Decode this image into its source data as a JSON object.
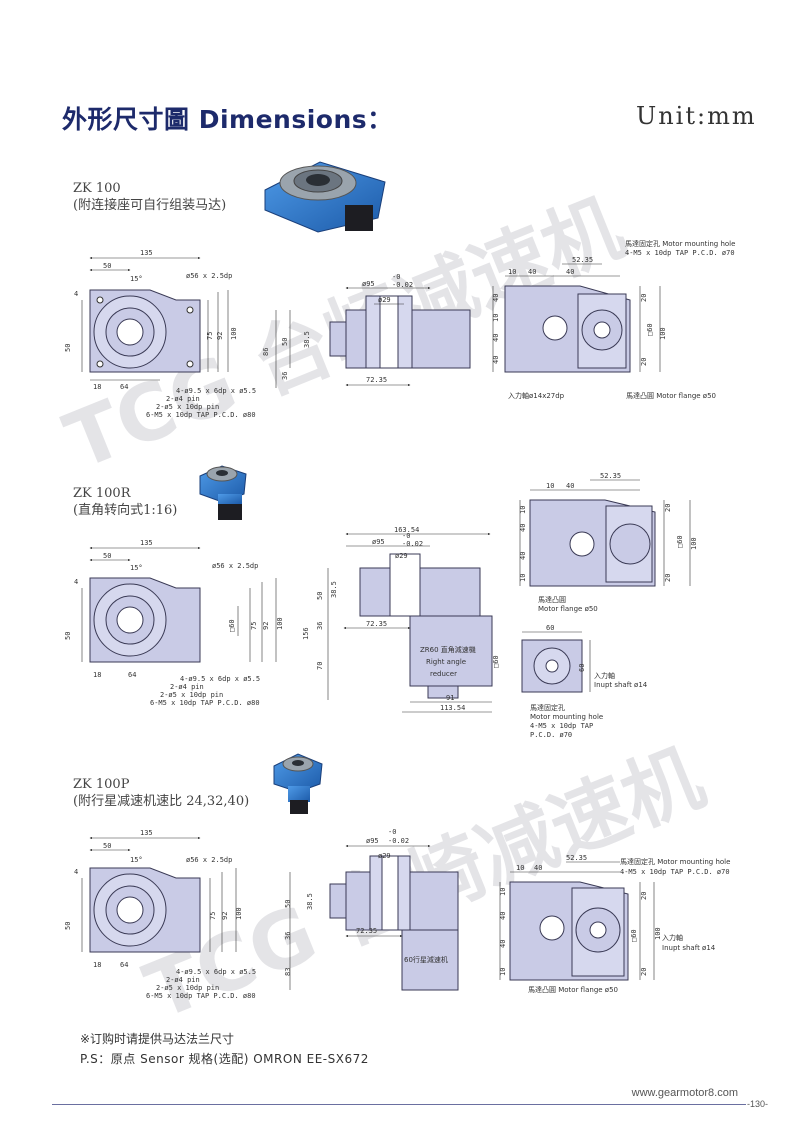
{
  "header": {
    "title": "外形尺寸圖 Dimensions：",
    "unit": "Unit:mm"
  },
  "watermark": {
    "text": "TCG 台崎减速机"
  },
  "sections": [
    {
      "name": "ZK 100",
      "desc": "(附连接座可自行组装马达)",
      "front": {
        "w135": "135",
        "w50": "50",
        "angle": "15°",
        "thread": "ø56 x 2.5dp",
        "h4": "4",
        "h50": "50",
        "h75": "75",
        "h92": "92",
        "h100": "100",
        "b18": "18",
        "b64": "64",
        "holes": [
          "4-ø9.5 x 6dp x ø5.5",
          "2-ø4 pin",
          "2-ø5 x 10dp pin",
          "6-M5 x 10dp TAP P.C.D. ø80"
        ]
      },
      "side": {
        "bore": "ø95",
        "tol_up": "-0",
        "tol_dn": "-0.02",
        "d29": "ø29",
        "h86": "86",
        "h50": "50",
        "h38": "38.5",
        "h36": "36",
        "w72": "72.35"
      },
      "top": {
        "w10": "10",
        "w40": "40",
        "w40b": "40",
        "w52": "52.35",
        "h40a": "40",
        "h10": "10",
        "h40b": "40",
        "h40c": "40",
        "r20a": "20",
        "r20b": "20",
        "r100": "100",
        "sq60": "□60",
        "motor_hole_cn": "馬達固定孔 Motor mounting hole",
        "motor_hole_spec": "4-M5 x 10dp TAP P.C.D. ø70",
        "input_hole": "入力軸ø14x27dp",
        "flange": "馬達凸圓 Motor flange ø50"
      }
    },
    {
      "name": "ZK 100R",
      "desc": "(直角转向式1:16)",
      "front": {
        "w135": "135",
        "w50": "50",
        "angle": "15°",
        "thread": "ø56 x 2.5dp",
        "h4": "4",
        "h50": "50",
        "sq60": "□60",
        "h75": "75",
        "h92": "92",
        "h100": "100",
        "b18": "18",
        "b64": "64",
        "holes": [
          "4-ø9.5 x 6dp x ø5.5",
          "2-ø4 pin",
          "2-ø5 x 10dp pin",
          "6-M5 x 10dp TAP P.C.D. ø80"
        ]
      },
      "side": {
        "w163": "163.54",
        "bore": "ø95",
        "tol_up": "-0",
        "tol_dn": "-0.02",
        "d29": "ø29",
        "h156": "156",
        "h50": "50",
        "h38": "38.5",
        "h36": "36",
        "w72": "72.35",
        "h70": "70",
        "reducer_cn": "ZR60 直角減速機",
        "reducer_en1": "Right angle",
        "reducer_en2": "reducer",
        "w91": "91",
        "w113": "113.54",
        "sq60": "□60"
      },
      "top": {
        "w10": "10",
        "w40": "40",
        "w52": "52.35",
        "h10a": "10",
        "h40a": "40",
        "h40b": "40",
        "h10b": "10",
        "r20a": "20",
        "r20b": "20",
        "r100": "100",
        "sq60": "□60"
      },
      "bottom": {
        "flange_cn": "馬達凸圓",
        "flange_en": "Motor flange ø50",
        "w60": "60",
        "h60": "60",
        "input_cn": "入力軸",
        "input_en": "Inupt shaft ø14",
        "hole_cn": "馬達固定孔",
        "hole_en": "Motor mounting hole",
        "hole_spec1": "4-M5 x 10dp TAP",
        "hole_spec2": "P.C.D. ø70"
      }
    },
    {
      "name": "ZK 100P",
      "desc": "(附行星减速机速比 24,32,40)",
      "front": {
        "w135": "135",
        "w50": "50",
        "angle": "15°",
        "thread": "ø56 x 2.5dp",
        "h4": "4",
        "h50": "50",
        "h75": "75",
        "h92": "92",
        "h100": "100",
        "b18": "18",
        "b64": "64",
        "holes": [
          "4-ø9.5 x 6dp x ø5.5",
          "2-ø4 pin",
          "2-ø5 x 10dp pin",
          "6-M5 x 10dp TAP P.C.D. ø80"
        ]
      },
      "side": {
        "bore": "ø95",
        "tol_up": "-0",
        "tol_dn": "-0.02",
        "d29": "ø29",
        "h50": "50",
        "h38": "38.5",
        "h36": "36",
        "h83": "83",
        "w72": "72.35",
        "planet": "60行星減速机"
      },
      "top": {
        "w10": "10",
        "w40": "40",
        "w52": "52.35",
        "h10a": "10",
        "h40a": "40",
        "h40b": "40",
        "h10b": "10",
        "r20a": "20",
        "r20b": "20",
        "r100": "100",
        "sq60": "□60",
        "motor_hole_cn": "馬達固定孔 Motor mounting hole",
        "motor_hole_spec": "4-M5 x 10dp TAP P.C.D. ø70",
        "input_cn": "入力軸",
        "input_en": "Inupt shaft ø14",
        "flange": "馬達凸圓 Motor flange ø50"
      }
    }
  ],
  "notes": {
    "line1": "※订购时请提供马达法兰尺寸",
    "line2": "P.S：原点 Sensor 规格(选配) OMRON EE-SX672"
  },
  "footer": {
    "url": "www.gearmotor8.com",
    "page": "-130-"
  },
  "colors": {
    "title": "#1d2a6b",
    "part_fill": "#c9cbe6",
    "part_stroke": "#3a3a55",
    "photo_blue": "#2b6fc4"
  }
}
